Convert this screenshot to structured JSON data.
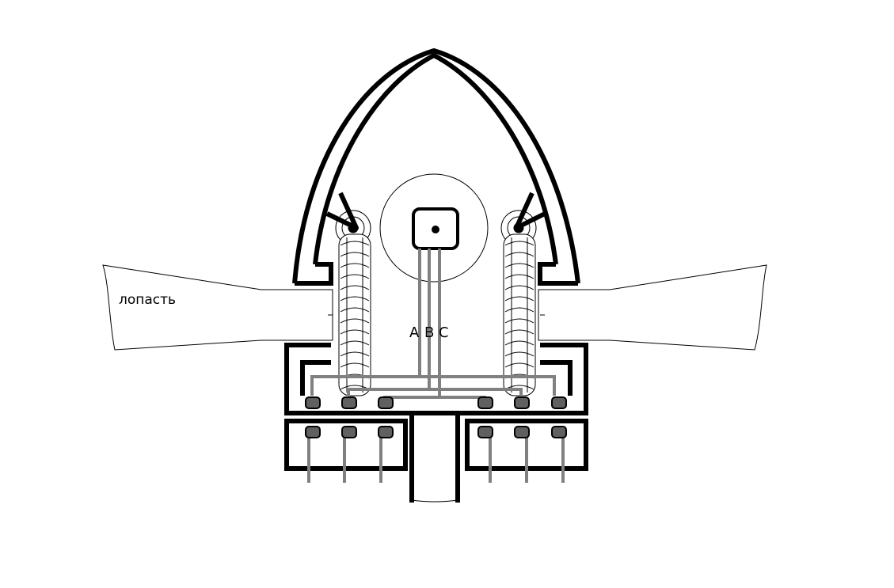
{
  "diagram": {
    "blade_label": "лопасть",
    "phase_labels": {
      "a": "A",
      "b": "B",
      "c": "C"
    },
    "colors": {
      "stroke": "#000000",
      "wire": "#808080",
      "terminal": "#606060",
      "background": "#ffffff"
    }
  }
}
